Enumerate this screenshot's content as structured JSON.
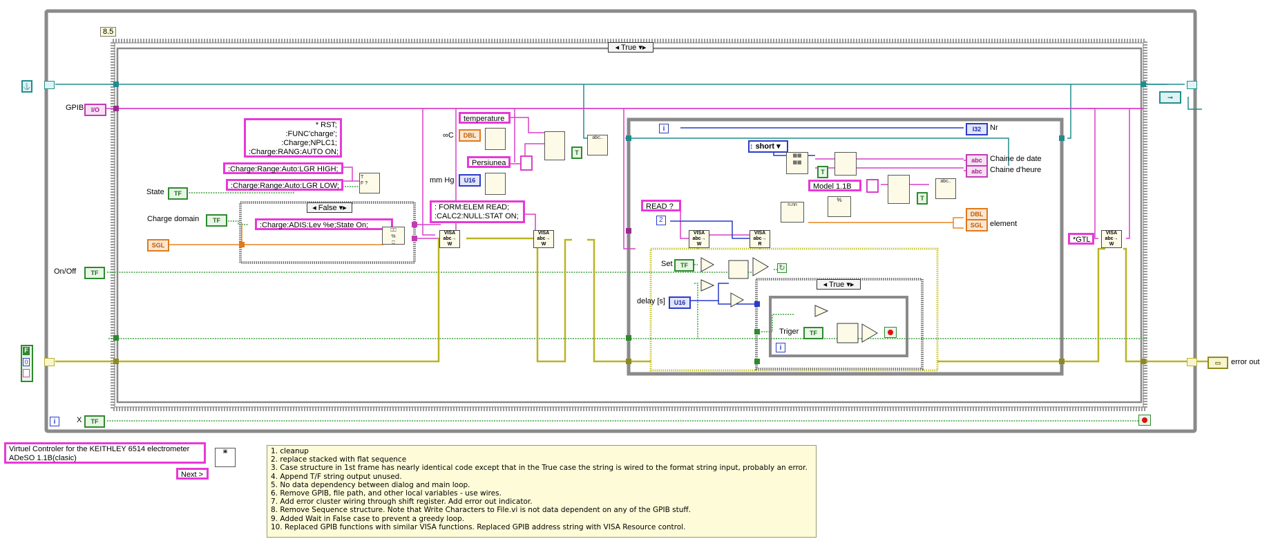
{
  "frame": {
    "label": "8.5"
  },
  "case_outer": {
    "selector": "True"
  },
  "case_false": {
    "selector": "False"
  },
  "case_inner": {
    "selector": "True"
  },
  "controls": {
    "gpib": "GPIB",
    "state": "State",
    "charge_domain": "Charge domain",
    "onoff": "On/Off",
    "x": "X",
    "set": "Set",
    "delay": "delay [s]",
    "triger": "Triger",
    "error_out": "error out"
  },
  "indicators": {
    "nr": "Nr",
    "chaine_date": "Chaine de date",
    "chaine_heure": "Chaine d'heure",
    "element": "element"
  },
  "strings": {
    "rst_block": "* RST;\n:FUNC'charge';\n:Charge;NPLC1;\n:Charge:RANG:AUTO ON;",
    "lgr_high": ":Charge:Range:Auto:LGR HIGH;",
    "lgr_low": ":Charge:Range:Auto:LGR LOW;",
    "adis": ":Charge:ADIS:Lev %e;State On;",
    "temperature": "temperature",
    "persiunea": "Persiunea",
    "form_block": ": FORM:ELEM READ;\n:CALC2:NULL:STAT ON;",
    "read": "READ ?",
    "model": "Model 1.1B",
    "gtl": "*GTL",
    "virtuel": "Virtuel Controler for the KEITHLEY 6514 electrometer\nADeSO 1.1B(clasic)",
    "next": "Next >"
  },
  "units": {
    "celsius": "∞C",
    "mmhg": "mm Hg"
  },
  "enum": {
    "short": "short"
  },
  "numbers": {
    "two": "2",
    "zero": "0"
  },
  "terminal_types": {
    "tf": "TF",
    "sgl": "SGL",
    "dbl": "DBL",
    "u16": "U16",
    "i32": "I32",
    "abc": "abc",
    "io": "I/O",
    "f": "F",
    "t": "T"
  },
  "notes": [
    "1. cleanup",
    "2. replace stacked with flat sequence",
    "3. Case structure in 1st frame has nearly identical code except that in the True case the string is wired to the format string input, probably an error.",
    "4.  Append T/F string output unused.",
    "5. No data dependency between dialog and main loop.",
    "6. Remove GPIB, file path, and other local variables - use wires.",
    "7. Add error cluster wiring through shift register. Add error out indicator.",
    "8. Remove Sequence structure. Note that Write Characters to File.vi is not data dependent on any of the GPIB stuff.",
    "9. Added Wait in False case to prevent a greedy loop.",
    "10. Replaced GPIB functions with similar VISA functions. Replaced GPIB address string with VISA Resource control."
  ],
  "colors": {
    "structure_gray": "#8a8a8a",
    "wire_pink": "#d83fc8",
    "wire_teal": "#1f8c8c",
    "wire_green": "#3ca03c",
    "wire_orange": "#e8831e",
    "wire_blue": "#2838c8",
    "wire_yellow": "#c8c430"
  }
}
